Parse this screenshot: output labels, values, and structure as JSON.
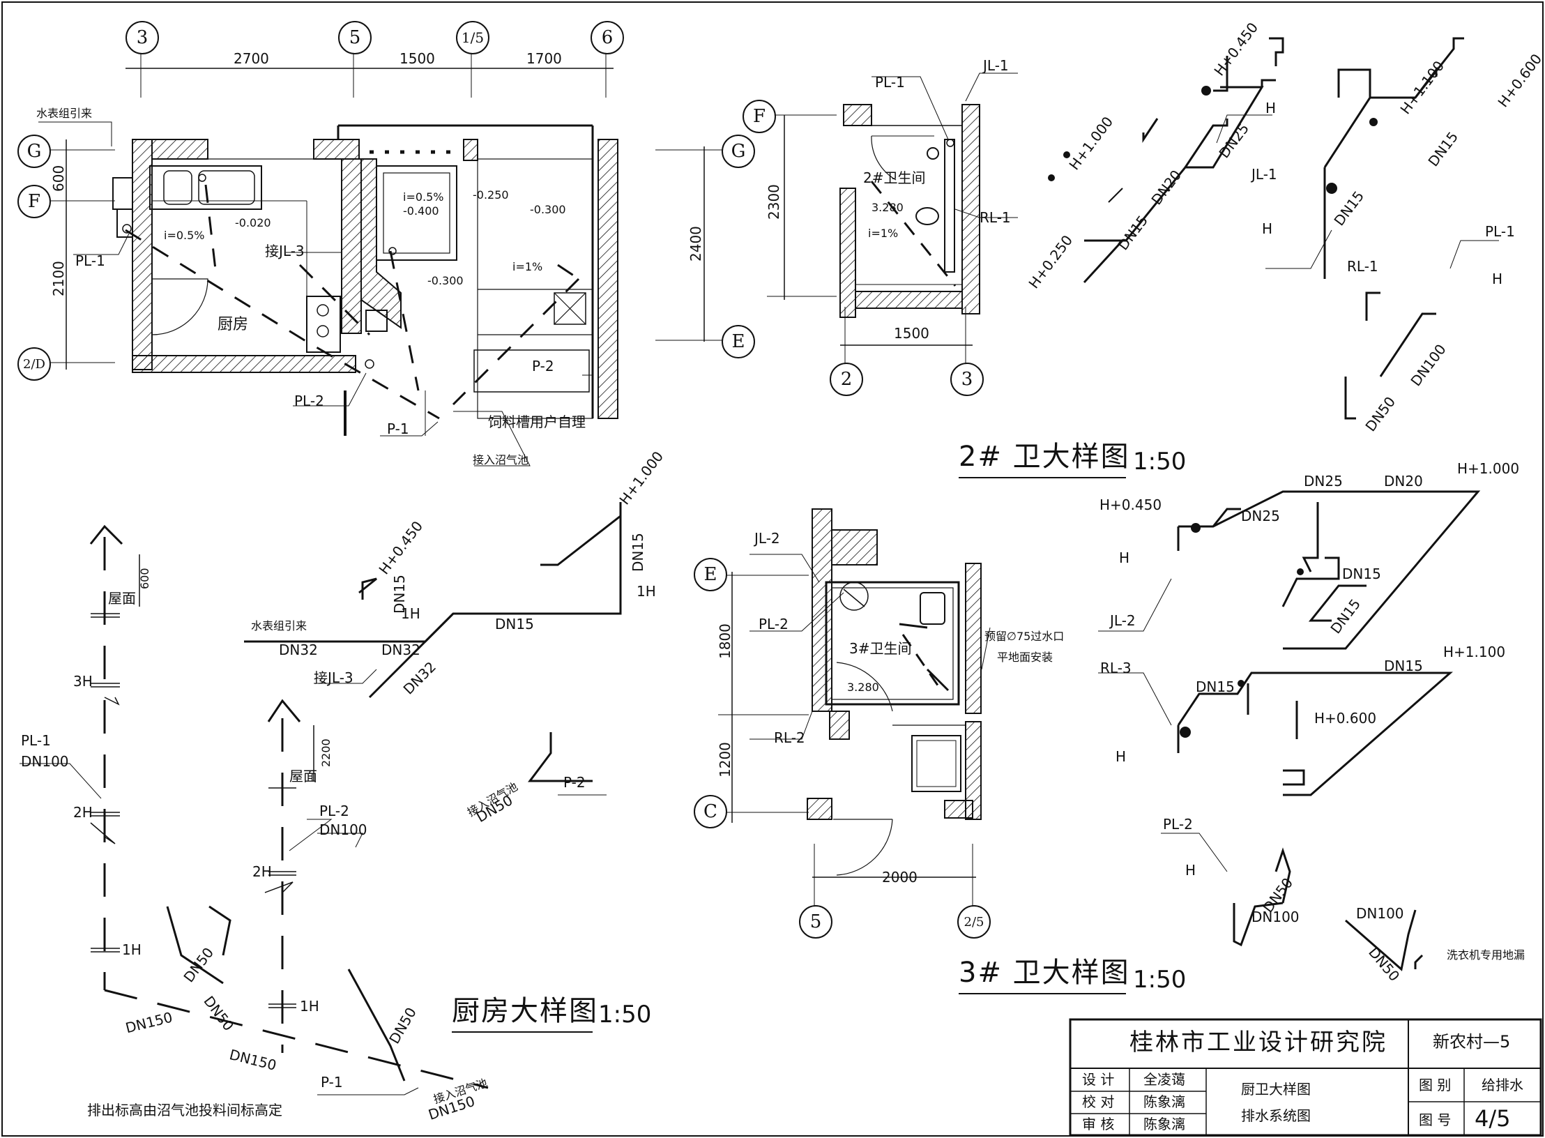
{
  "grid_axes": {
    "kitchen_top": [
      "3",
      "5",
      "1/5",
      "6"
    ],
    "kitchen_left": [
      "G",
      "F",
      "2/D"
    ],
    "kitchen_right": [
      "G",
      "E"
    ],
    "bath2_left": "F",
    "bath2_bottom": [
      "2",
      "3"
    ],
    "bath3_left": [
      "E",
      "C"
    ],
    "bath3_bottom": [
      "5",
      "2/5"
    ]
  },
  "kitchen_plan": {
    "dims_top": [
      "2700",
      "1500",
      "1700"
    ],
    "dims_left": [
      "600",
      "2100"
    ],
    "dim_right": "2400",
    "room_name": "厨房",
    "labels": [
      "水表组引来",
      "PL-1",
      "接JL-3",
      "PL-2",
      "P-1",
      "P-2",
      "饲料槽用户自理",
      "接入沼气池"
    ],
    "levels": [
      "-0.020",
      "-0.250",
      "-0.300",
      "-0.400",
      "-0.300"
    ],
    "slopes": [
      "i=0.5%",
      "i=0.5%",
      "i=1%"
    ]
  },
  "bath2_plan": {
    "labels": [
      "PL-1",
      "JL-1",
      "RL-1",
      "2#卫生间"
    ],
    "level": "3.280",
    "slope": "i=1%",
    "dim_left": "2300",
    "dim_bottom": "1500"
  },
  "bath2_system": {
    "labels": [
      "H+0.450",
      "H+1.000",
      "H+0.250",
      "DN25",
      "DN20",
      "DN15",
      "JL-1",
      "H",
      "H+1.100",
      "H+0.600",
      "DN15",
      "DN15",
      "RL-1",
      "H",
      "PL-1",
      "H",
      "DN100",
      "DN50"
    ]
  },
  "bath3_plan": {
    "labels": [
      "JL-2",
      "PL-2",
      "RL-2",
      "3#卫生间",
      "预留∅75过水口",
      "平地面安装"
    ],
    "level": "3.280",
    "dims_left": [
      "1800",
      "1200"
    ],
    "dim_bottom": "2000"
  },
  "bath3_system": {
    "labels": [
      "H+0.450",
      "DN25",
      "DN20",
      "H+1.000",
      "DN25",
      "H",
      "JL-2",
      "DN15",
      "DN15",
      "RL-3",
      "DN15",
      "DN15",
      "H+1.100",
      "H+0.600",
      "H",
      "PL-2",
      "H",
      "DN50",
      "DN100",
      "DN100",
      "DN50",
      "洗衣机专用地漏"
    ]
  },
  "kitchen_system": {
    "labels": [
      "600",
      "屋面",
      "3H",
      "PL-1",
      "DN100",
      "2H",
      "1H",
      "DN150",
      "DN50",
      "DN50",
      "DN150",
      "H+0.450",
      "DN15",
      "1H",
      "水表组引来",
      "DN32",
      "DN32",
      "DN15",
      "接JL-3",
      "DN32",
      "H+1.000",
      "DN15",
      "1H",
      "2200",
      "屋面",
      "PL-2",
      "DN100",
      "2H",
      "1H",
      "接入沼气池",
      "DN50",
      "P-2",
      "DN50",
      "P-1",
      "接入沼气池",
      "DN150",
      "排出标高由沼气池投料间标高定"
    ]
  },
  "titles": {
    "bath2": "2# 卫大样图",
    "bath2_scale": "1:50",
    "bath3": "3# 卫大样图",
    "bath3_scale": "1:50",
    "kitchen": "厨房大样图",
    "kitchen_scale": "1:50"
  },
  "title_block": {
    "institute": "桂林市工业设计研究院",
    "project": "新农村—5",
    "design_label": "设 计",
    "design_name": "全凌蔼",
    "check_label": "校 对",
    "check_name": "陈象漓",
    "review_label": "审 核",
    "review_name": "陈象漓",
    "drawing_name_1": "厨卫大样图",
    "drawing_name_2": "排水系统图",
    "category_label": "图 别",
    "category_value": "给排水",
    "number_label": "图 号",
    "number_value": "4/5"
  }
}
